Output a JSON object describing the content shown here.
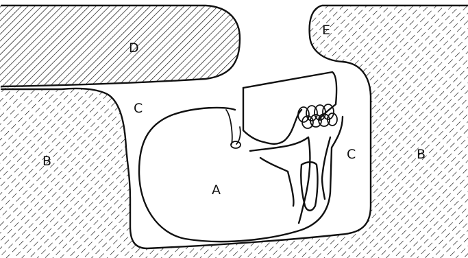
{
  "labels": {
    "a": "A",
    "b_left": "B",
    "b_right": "B",
    "c_left": "C",
    "c_right": "C",
    "d": "D",
    "e": "E"
  },
  "colors": {
    "ink": "#111111",
    "background": "#ffffff"
  }
}
